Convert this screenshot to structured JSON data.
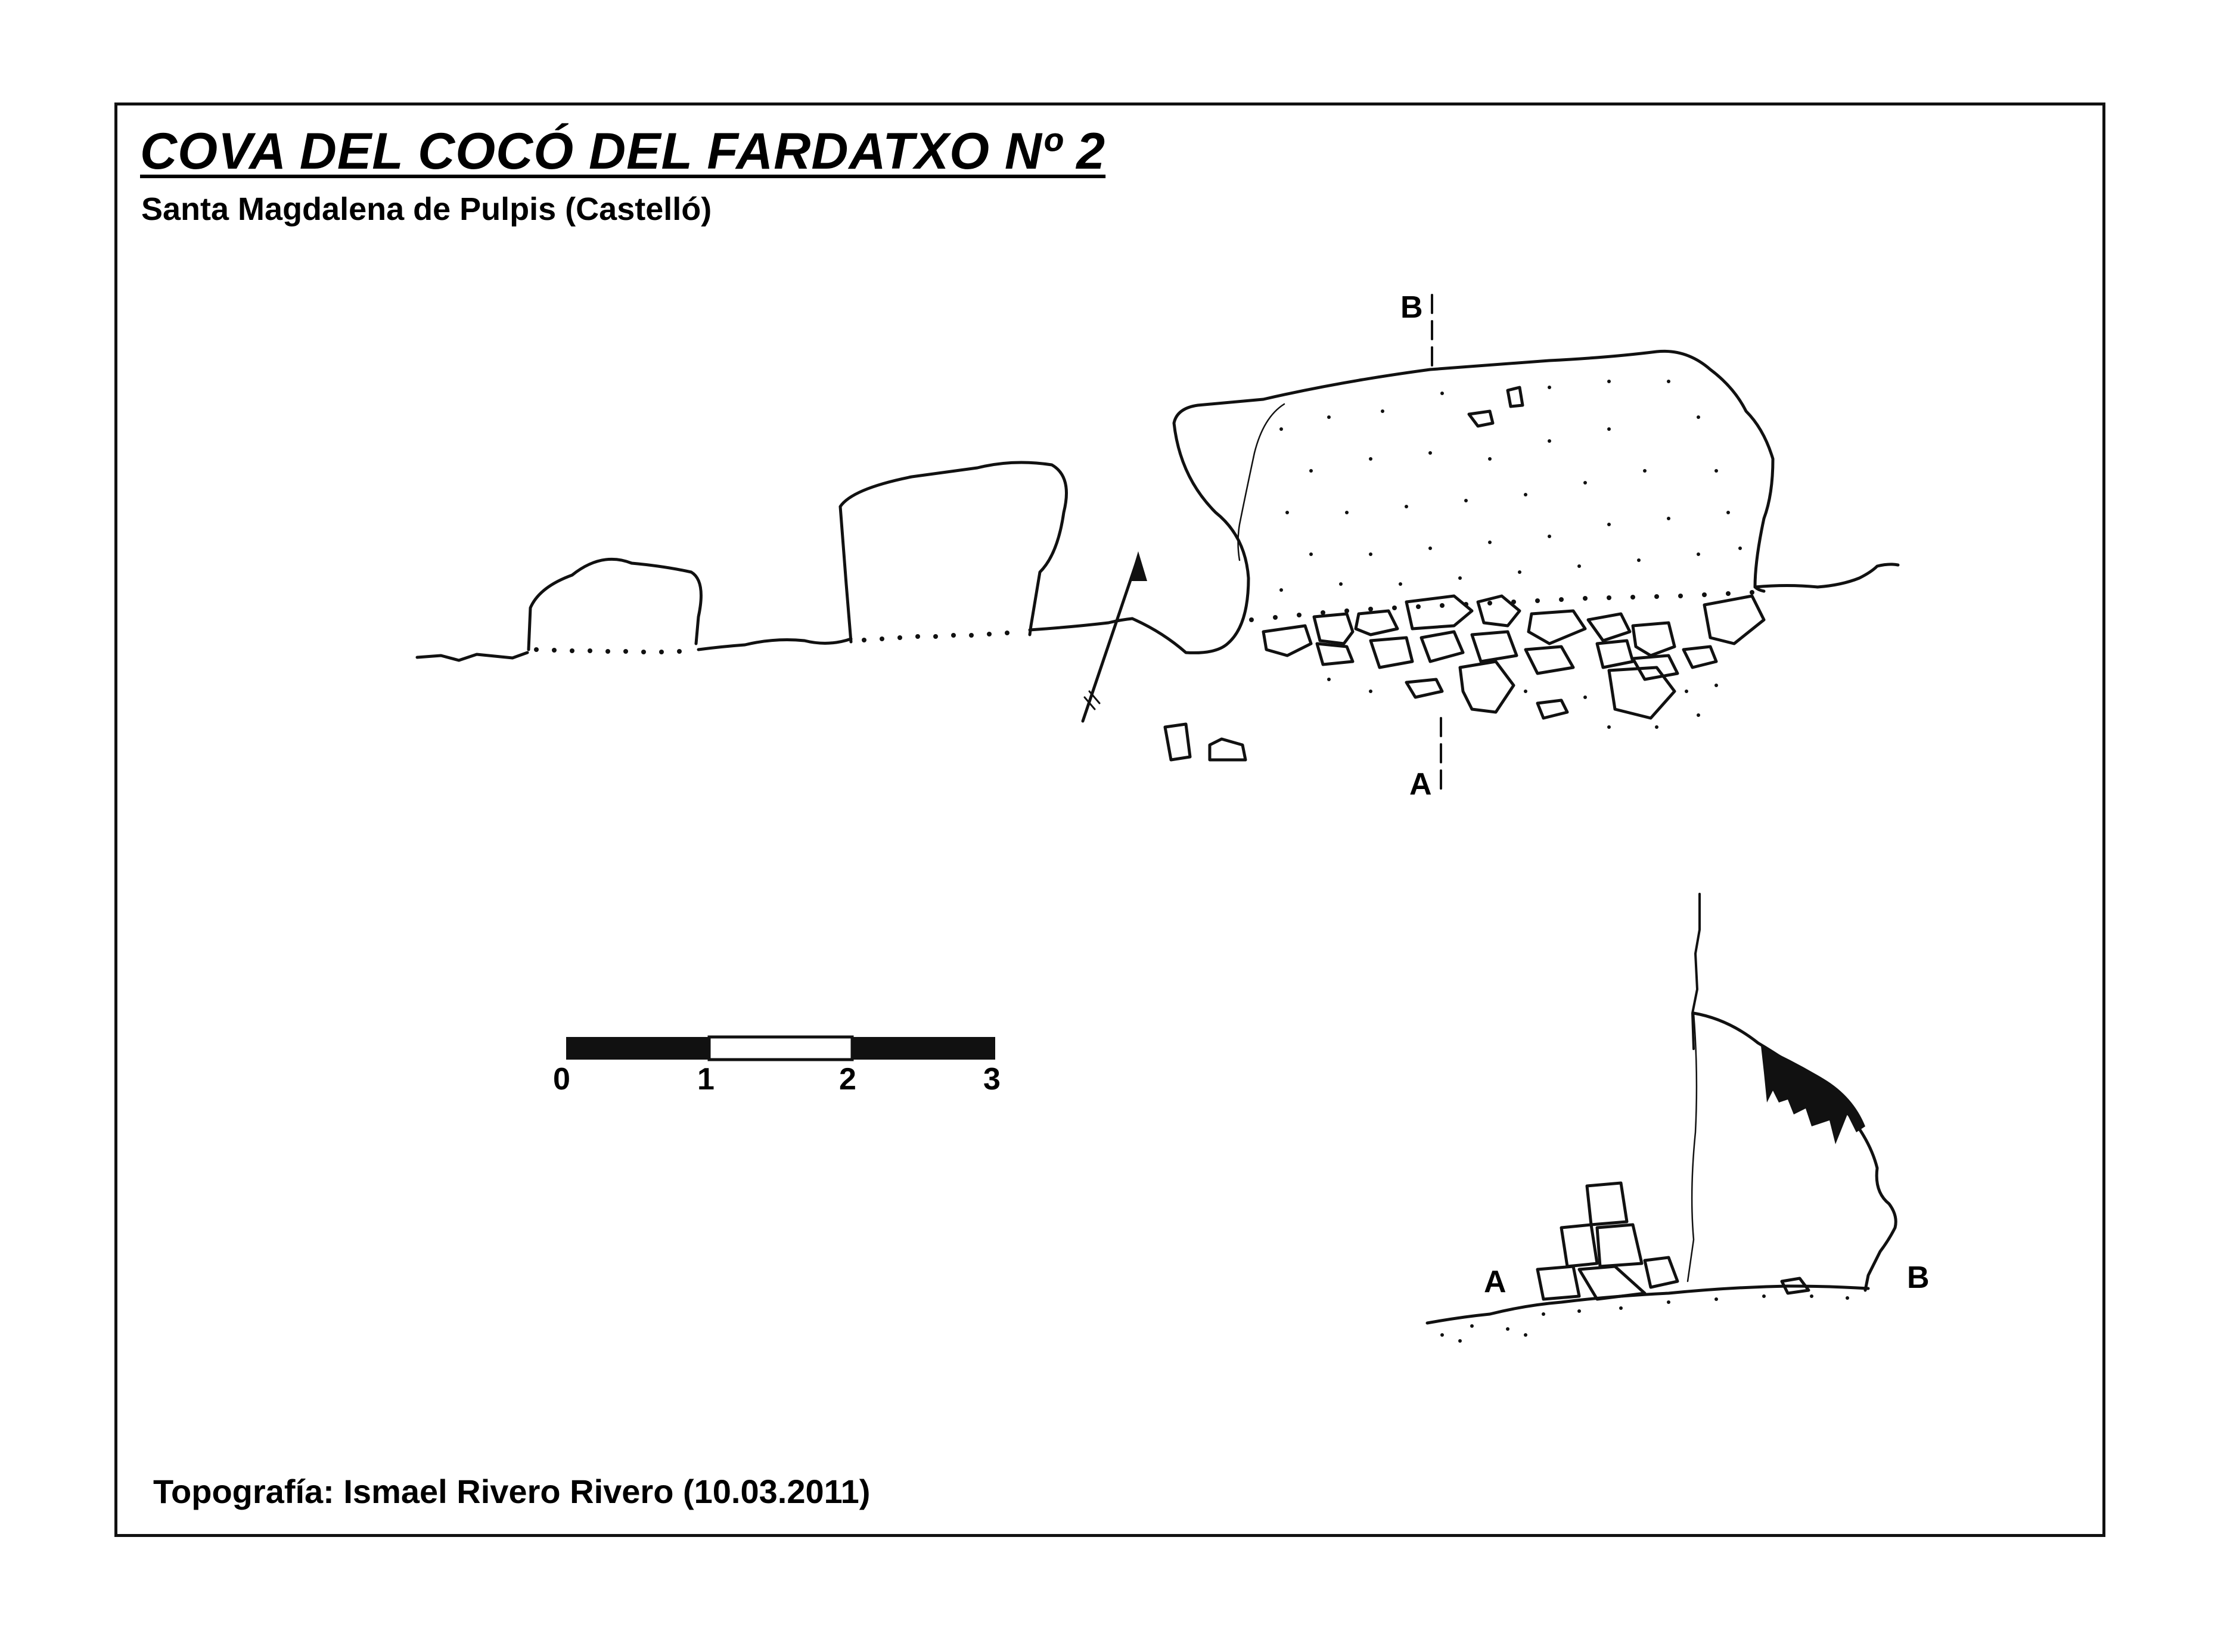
{
  "title": "COVA DEL COCÓ DEL FARDATXO Nº 2",
  "subtitle": "Santa Magdalena de Pulpis (Castelló)",
  "credit": "Topografía: Ismael Rivero Rivero (10.03.2011)",
  "plan_section_labels": {
    "top": "B",
    "bottom": "A"
  },
  "profile_labels": {
    "left": "A",
    "right": "B"
  },
  "scale_bar": {
    "ticks": [
      "0",
      "1",
      "2",
      "3"
    ]
  },
  "colors": {
    "ink": "#000000",
    "paper": "#ffffff"
  }
}
